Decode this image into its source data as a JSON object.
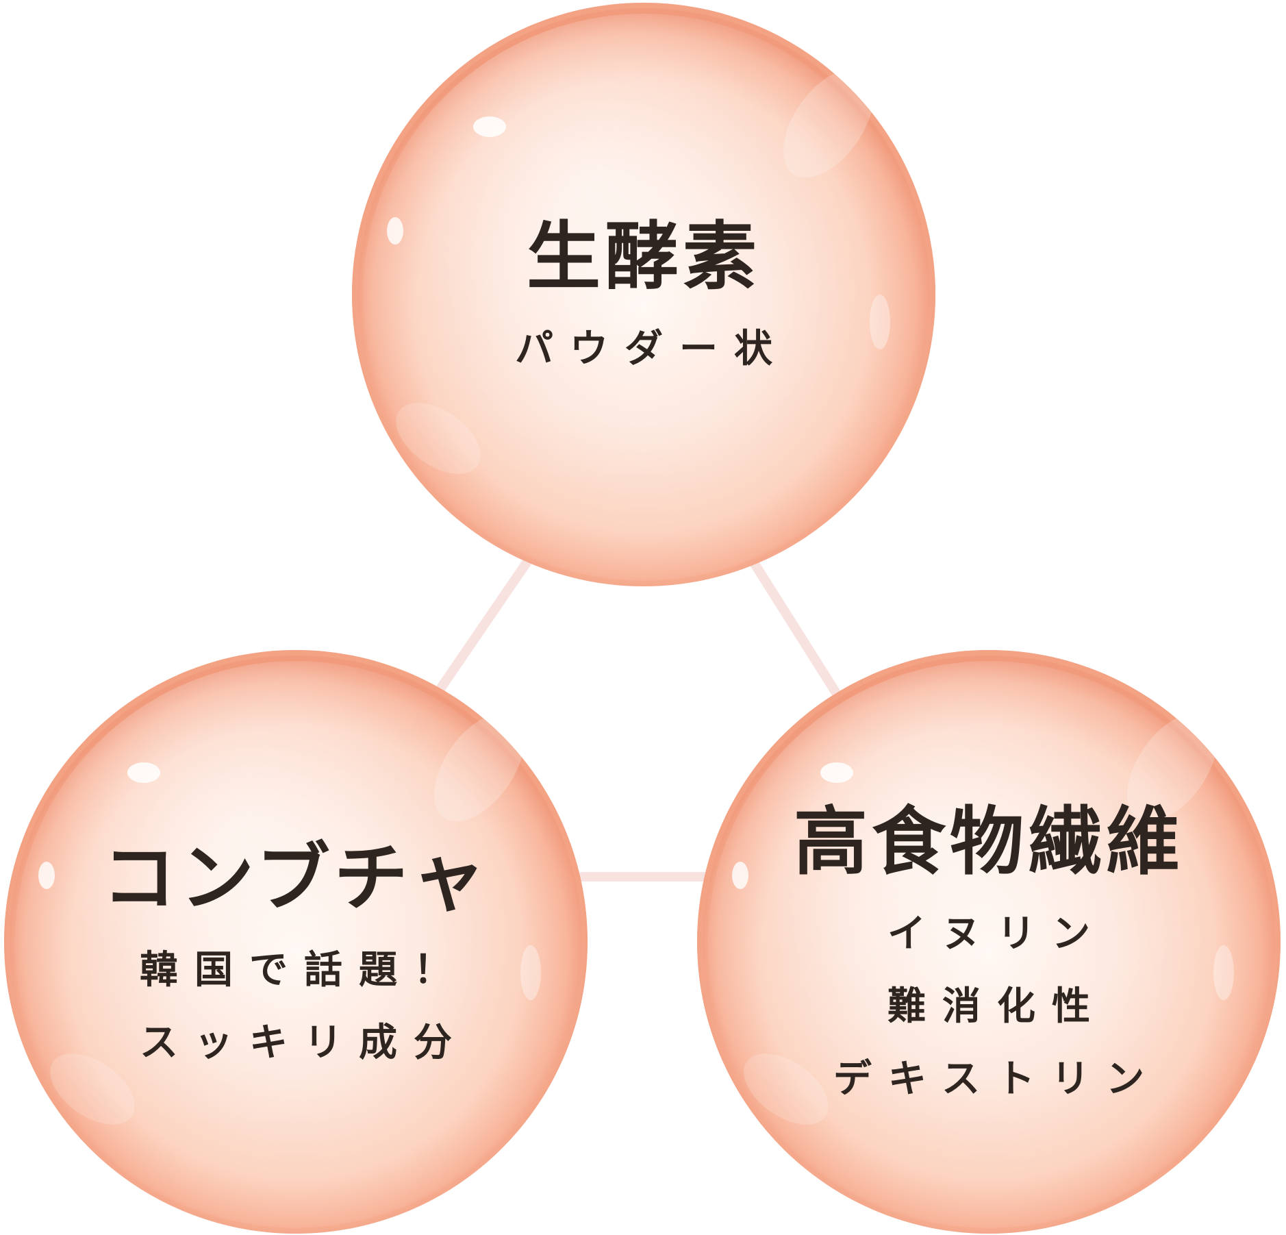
{
  "colors": {
    "bubble_core": "#fff4ee",
    "bubble_mid": "#fcd6c4",
    "bubble_rim": "#f4a184",
    "connector": "#f7e2e0",
    "text": "#2e2420"
  },
  "bubbles": [
    {
      "id": "top",
      "title": "生酵素",
      "lines": [
        "パウダー状"
      ]
    },
    {
      "id": "left",
      "title": "コンブチャ",
      "lines": [
        "韓国で話題！",
        "スッキリ成分"
      ]
    },
    {
      "id": "right",
      "title": "高食物繊維",
      "lines": [
        "イヌリン",
        "難消化性",
        "デキストリン"
      ]
    }
  ]
}
